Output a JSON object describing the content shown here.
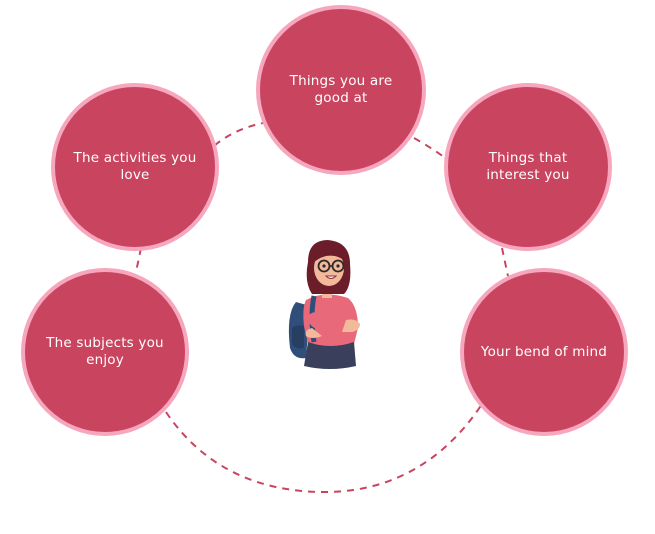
{
  "colors": {
    "node_fill": "#c9445f",
    "node_ring": "#f6a6bd",
    "connector": "#c9445f"
  },
  "center_illustration": "girl-with-backpack-and-glasses",
  "nodes": {
    "top": {
      "label": "Things you are good at"
    },
    "upper_left": {
      "label": "The activities you love"
    },
    "upper_right": {
      "label": "Things that interest you"
    },
    "lower_left": {
      "label": "The subjects you enjoy"
    },
    "lower_right": {
      "label": "Your bend of mind"
    }
  }
}
